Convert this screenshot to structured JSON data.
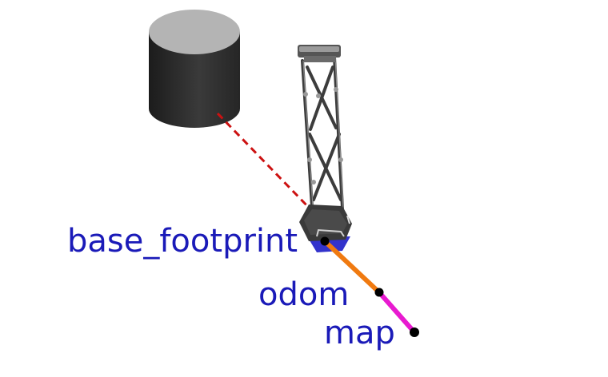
{
  "labels": {
    "base_footprint": "base_footprint",
    "odom": "odom",
    "map": "map"
  },
  "colors": {
    "label": "#1a1ab8",
    "base_to_odom_link": "#f07a10",
    "odom_to_map_link": "#e81ad0",
    "goal_link": "#cc1111",
    "frame_point": "#000000",
    "cylinder_body": "#2c2c2c",
    "cylinder_top": "#b4b4b4",
    "robot_base": "#3a3a3a",
    "robot_base_shadow": "#3333cc"
  }
}
